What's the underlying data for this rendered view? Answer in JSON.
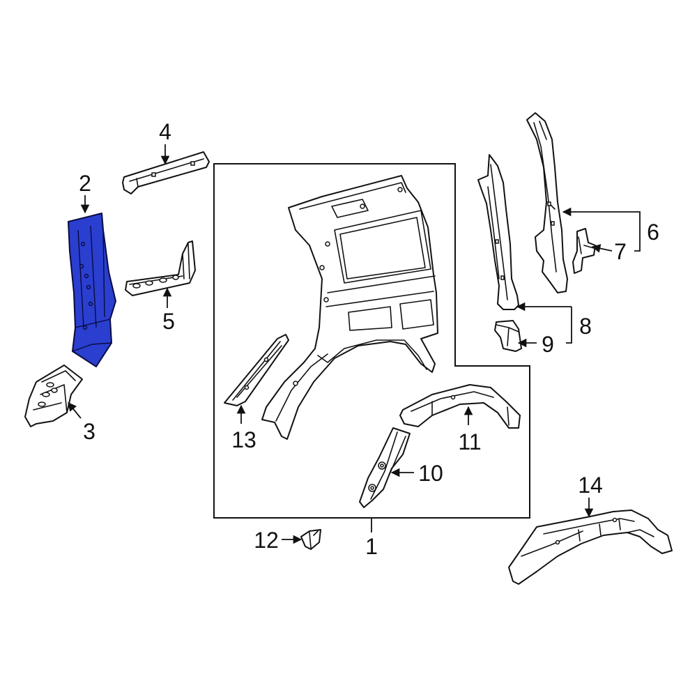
{
  "highlight_color": "#2a3fd0",
  "callouts": {
    "c1": "1",
    "c2": "2",
    "c3": "3",
    "c4": "4",
    "c5": "5",
    "c6": "6",
    "c7": "7",
    "c8": "8",
    "c9": "9",
    "c10": "10",
    "c11": "11",
    "c12": "12",
    "c13": "13",
    "c14": "14"
  }
}
